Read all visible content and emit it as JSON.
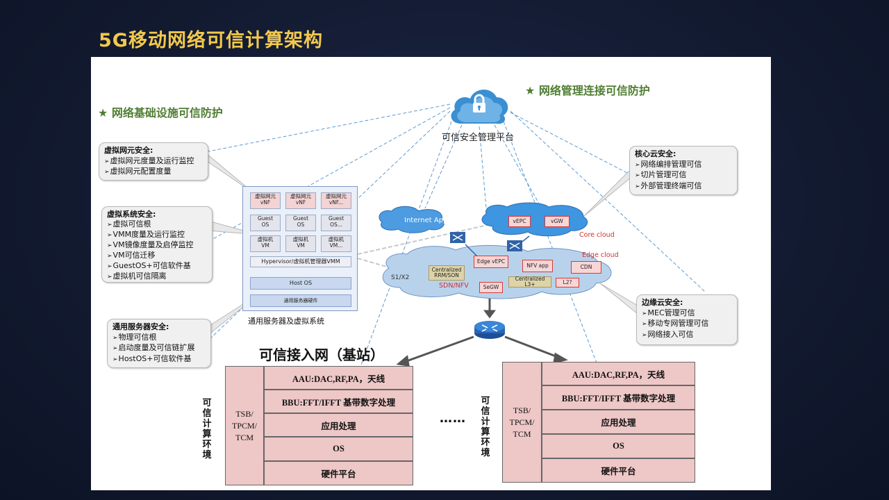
{
  "title": "5G移动网络可信计算架构",
  "headings": {
    "infra": "★ 网络基础设施可信防护",
    "mgmt": "★ 网络管理连接可信防护"
  },
  "platform": {
    "label": "可信安全管理平台",
    "icon": "cloud-lock-icon"
  },
  "callouts": {
    "vnf": {
      "title": "虚拟网元安全:",
      "items": [
        "虚拟网元度量及运行监控",
        "虚拟网元配置度量"
      ]
    },
    "vsys": {
      "title": "虚拟系统安全:",
      "items": [
        "虚拟可信根",
        "VMM度量及运行监控",
        "VM镜像度量及启停监控",
        "VM可信迁移",
        "GuestOS+可信软件基",
        "虚拟机可信隔离"
      ]
    },
    "server": {
      "title": "通用服务器安全:",
      "items": [
        "物理可信根",
        "启动度量及可信链扩展",
        "HostOS+可信软件基"
      ]
    },
    "core": {
      "title": "核心云安全:",
      "items": [
        "网络编排管理可信",
        "切片管理可信",
        "外部管理终端可信"
      ]
    },
    "edge": {
      "title": "边缘云安全:",
      "items": [
        "MEC管理可信",
        "移动专网管理可信",
        "网络接入可信"
      ]
    }
  },
  "server_stack": {
    "vnf": [
      "虚拟网元\nvNF",
      "虚拟网元\nvNF",
      "虚拟网元\nvNF..."
    ],
    "guest": [
      "Guest\nOS",
      "Guest\nOS",
      "Guest\nOS..."
    ],
    "vm": [
      "虚拟机\nVM",
      "虚拟机\nVM",
      "虚拟机\nVM..."
    ],
    "hypervisor": "Hypervisor/虚拟机管理器VMM",
    "hostos": "Host OS",
    "hardware": "通用服务器硬件",
    "caption": "通用服务器及虚拟系统"
  },
  "network": {
    "internet_app": "Internet App",
    "vepc": "vEPC",
    "vgw": "vGW",
    "core_cloud": "Core cloud",
    "edge_cloud": "Edge cloud",
    "s1x2": "S1/X2",
    "centralized_rrm": "Centralized\nRRM/SON",
    "sdn_nfv": "SDN/NFV",
    "edge_vepc": "Edge vEPC",
    "nfv_app": "NFV app",
    "cdn": "CDN",
    "segw": "SeGW",
    "centralized_l3": "Centralized\nL3+",
    "l2": "L2?"
  },
  "access_title": "可信接入网（基站）",
  "env_label": "可信计算环境",
  "tsb": "TSB/\nTPCM/\nTCM",
  "stack_rows": [
    "AAU:DAC,RF,PA，天线",
    "BBU:FFT/IFFT 基带数字处理",
    "应用处理",
    "OS",
    "硬件平台"
  ],
  "ellipsis": "……",
  "colors": {
    "title": "#f2c94c",
    "heading": "#4f7d33",
    "cloud": "#3a8fd3",
    "stack": "#eec7c7"
  }
}
